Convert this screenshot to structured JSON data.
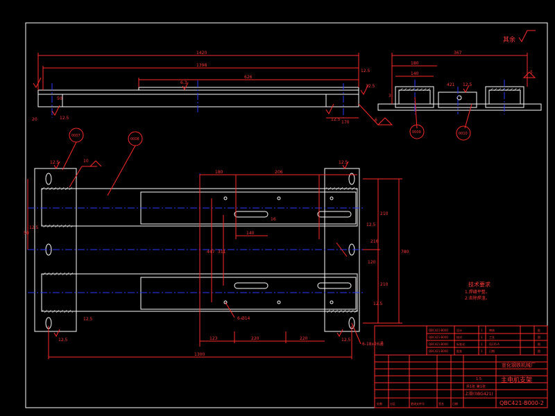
{
  "colors": {
    "background": "#000000",
    "outline": "#ffffff",
    "centerline": "#2a3cff",
    "dimension": "#ff2a2a"
  },
  "roughness_note": "其余",
  "top_view": {
    "dims": {
      "overall": "1420",
      "inner": "1398",
      "slot": "626",
      "depth_left": "50",
      "offset": "20"
    },
    "roughness": [
      "12.5",
      "12.5",
      "6.3",
      "12.5",
      "12.5"
    ],
    "welds": [
      "6"
    ],
    "right_dim": "170"
  },
  "side_view": {
    "dims": {
      "overall": "367",
      "a": "180",
      "b": "140",
      "c": "421",
      "d": "3"
    },
    "roughness": [
      "12.5"
    ],
    "welds": [
      "5"
    ],
    "balloons": [
      "0009",
      "0010"
    ]
  },
  "plan_view": {
    "balloons": [
      "0007",
      "0008"
    ],
    "weld_label": "10",
    "roughness": [
      "12.5",
      "12.5",
      "12.5",
      "12.5",
      "12.5",
      "12.5",
      "12.5",
      "12.5"
    ],
    "dims": {
      "d180": "180",
      "d206": "206",
      "d140": "140",
      "d16": "16",
      "d447": "447",
      "d311": "311",
      "d210a": "210",
      "d216": "216",
      "d120": "120",
      "d210b": "210",
      "d780": "780",
      "d123": "123",
      "d220a": "220",
      "d220b": "220",
      "d1300": "1300",
      "d50": "50"
    },
    "hole_note_left": "6-Ø14",
    "hole_note_right": "6-18x26通"
  },
  "tech_req": {
    "title": "技术要求",
    "lines": [
      "1.焊缝平整。",
      "2.去除焊渣。"
    ]
  },
  "title_block": {
    "company": "宣化钢铁机械厂",
    "part_name": "主电机支架",
    "drawing_no": "QBC421-B000-2",
    "standard": "上骨(0BG421)",
    "scale": "1:5",
    "sheet_info": "共1张 第1张",
    "rows": [
      [
        "QBC421-B000",
        "设计",
        "1",
        "审核",
        "批"
      ],
      [
        "QBC421-B000",
        "校对",
        "1",
        "工艺",
        "图"
      ],
      [
        "QBC421-B000",
        "标准化",
        "1",
        "Q235-A",
        "图"
      ],
      [
        "QBC421-B000",
        "批准",
        "1",
        "日期",
        "图"
      ]
    ],
    "bottom_labels": [
      "处数",
      "分区",
      "更改文件号",
      "签名",
      "日期"
    ]
  }
}
